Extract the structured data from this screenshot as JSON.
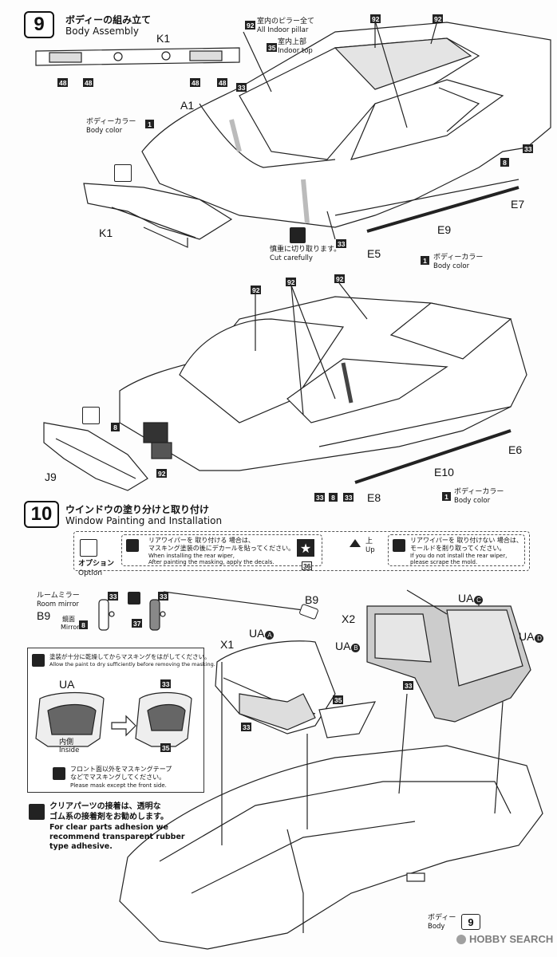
{
  "step9": {
    "number": "9",
    "title_jp": "ボディーの組み立て",
    "title_en": "Body Assembly",
    "k1_top_label": "K1",
    "k1_top_badges": [
      "48",
      "48",
      "48",
      "48"
    ],
    "a1_label": "A1",
    "body_color_jp": "ボディーカラー",
    "body_color_en": "Body color",
    "body_color_badge": "1",
    "pillar_jp": "室内のピラー全て",
    "pillar_en": "All Indoor pillar",
    "pillar_badge": "92",
    "indoor_top_jp": "室内上部",
    "indoor_top_en": "Indoor top",
    "indoor_top_badge": "35",
    "badge_92": "92",
    "badge_33": "33",
    "badge_8": "8",
    "e7_label": "E7",
    "e9_label": "E9",
    "e5_label": "E5",
    "k1_bottom_label": "K1",
    "cut_jp": "慎重に切り取ります。",
    "cut_en": "Cut carefully",
    "lower_body_color_jp": "ボディーカラー",
    "lower_body_color_en": "Body color",
    "lower_body_color_badge": "1",
    "e6_label": "E6",
    "e10_label": "E10",
    "e8_label": "E8",
    "j9_label": "J9",
    "bottom_row_badges": [
      "33",
      "8",
      "33"
    ],
    "body_color2_jp": "ボディーカラー",
    "body_color2_en": "Body color",
    "body_color2_badge": "1"
  },
  "step10": {
    "number": "10",
    "title_jp": "ウインドウの塗り分けと取り付け",
    "title_en": "Window Painting and Installation",
    "option_jp": "オプション",
    "option_en": "Option",
    "wiper_install_jp1": "リアワイパーを 取り付ける 場合は、",
    "wiper_install_jp2": "マスキング塗装の後にデカールを貼ってください。",
    "wiper_install_en1": "When installing the rear wiper,",
    "wiper_install_en2": "After painting the masking, apply the decals.",
    "decal_badge": "36",
    "up_jp": "上",
    "up_en": "Up",
    "wiper_no_jp1": "リアワイパーを 取り付けない 場合は、",
    "wiper_no_jp2": "モールドを削り取ってください。",
    "wiper_no_en1": "If you do not install the rear wiper,",
    "wiper_no_en2": "please scrape the mold.",
    "mirror_jp": "ルームミラー",
    "mirror_en": "Room mirror",
    "b9_label": "B9",
    "mirror_face_jp": "鏡面",
    "mirror_face_en": "Mirror",
    "mirror_badge_8": "8",
    "mirror_badge_33a": "33",
    "mirror_badge_33b": "33",
    "mirror_badge_37": "37",
    "b9_top_label": "B9",
    "x1_label": "X1",
    "x2_label": "X2",
    "uaa_label": "UA",
    "uab_label": "UA",
    "uac_label": "UA",
    "uad_label": "UA",
    "circled_a": "A",
    "circled_b": "B",
    "circled_c": "C",
    "circled_d": "D",
    "glass_badge_33a": "33",
    "glass_badge_35": "35",
    "glass_badge_33b": "33",
    "glass_badge_33c": "33",
    "mask_note_jp": "塗装が十分に乾燥してからマスキングをはがしてください。",
    "mask_note_en": "Allow the paint to dry sufficiently before removing the masking.",
    "mask_ua_label": "UA",
    "mask_badge_33": "33",
    "mask_badge_35": "35",
    "inside_jp": "内側",
    "inside_en": "Inside",
    "front_mask_jp1": "フロント面以外をマスキングテープ",
    "front_mask_jp2": "などでマスキングしてください。",
    "front_mask_en": "Please mask except the front side.",
    "clear_jp1": "クリアパーツの接着は、透明な",
    "clear_jp2": "ゴム系の接着剤をお勧めします。",
    "clear_en1": "For clear parts adhesion we",
    "clear_en2": "recommend transparent rubber",
    "clear_en3": "type adhesive.",
    "body_jp": "ボディー",
    "body_en": "Body",
    "body_step": "9"
  },
  "watermark": "HOBBY SEARCH"
}
